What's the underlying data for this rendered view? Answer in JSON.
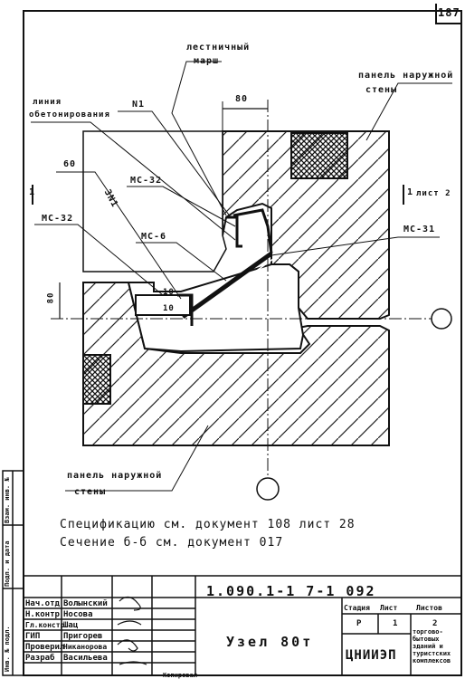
{
  "page_number": "187",
  "labels": {
    "stair": "лестничный",
    "stair2": "марш",
    "panel_top": "панель наружной",
    "panel_top2": "стены",
    "concrete_line": "линия",
    "concrete_line2": "обетонирования",
    "n1": "N1",
    "dim80_top": "80",
    "dim60": "60",
    "mc32_a": "МС-32",
    "mc32_b": "МС-32",
    "mc6": "МС-6",
    "mc31": "МС-31",
    "n3": "3N1",
    "dim80_left": "80",
    "dim10a": "10",
    "dim10b": "10",
    "sheet_ref": "1",
    "sheet_ref_right": "1",
    "sheet_ref_right_txt": "лист 2",
    "panel_bottom": "панель наружной",
    "panel_bottom2": "стены"
  },
  "notes": {
    "line1": "Спецификацию см. документ 108 лист 28",
    "line2": "Сечение б-б см. документ 017"
  },
  "title_block": {
    "doc_code": "1.090.1-1   7-1  092",
    "title": "Узел 80т",
    "roles": [
      "Нач.отд",
      "Н.контр",
      "Гл.констр",
      "ГИП",
      "Проверил",
      "Разраб"
    ],
    "names": [
      "Волынский",
      "Носова",
      "Шац",
      "Пригорев",
      "Никанорова",
      "Васильева"
    ],
    "stage_hdr": "Стадия",
    "sheet_hdr": "Лист",
    "sheets_hdr": "Листов",
    "stage_val": "Р",
    "sheet_val": "1",
    "sheets_val": "2",
    "org": "ЦНИИЭП",
    "org_full": "торгово-бытовых зданий и туристских комплексов"
  },
  "sidebar": {
    "a": "Взам. инв. №",
    "b": "Подп. и дата",
    "c": "Инв. № подл."
  },
  "bottom_caption": "Копировал"
}
